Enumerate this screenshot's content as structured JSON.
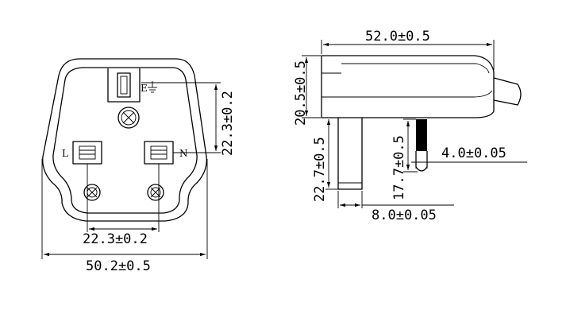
{
  "front_view": {
    "pin_labels": {
      "earth": "E",
      "line": "L",
      "neutral": "N"
    },
    "dimensions": {
      "pin_spacing_vertical": "22.3±0.2",
      "pin_spacing_horizontal": "22.3±0.2",
      "overall_width": "50.2±0.5"
    }
  },
  "side_view": {
    "dimensions": {
      "overall_length": "52.0±0.5",
      "body_height": "20.5±0.5",
      "pin_length": "22.7±0.5",
      "sleeve_length": "17.7±0.5",
      "pin_thickness": "4.0±0.05",
      "pin_width": "8.0±0.05"
    }
  }
}
